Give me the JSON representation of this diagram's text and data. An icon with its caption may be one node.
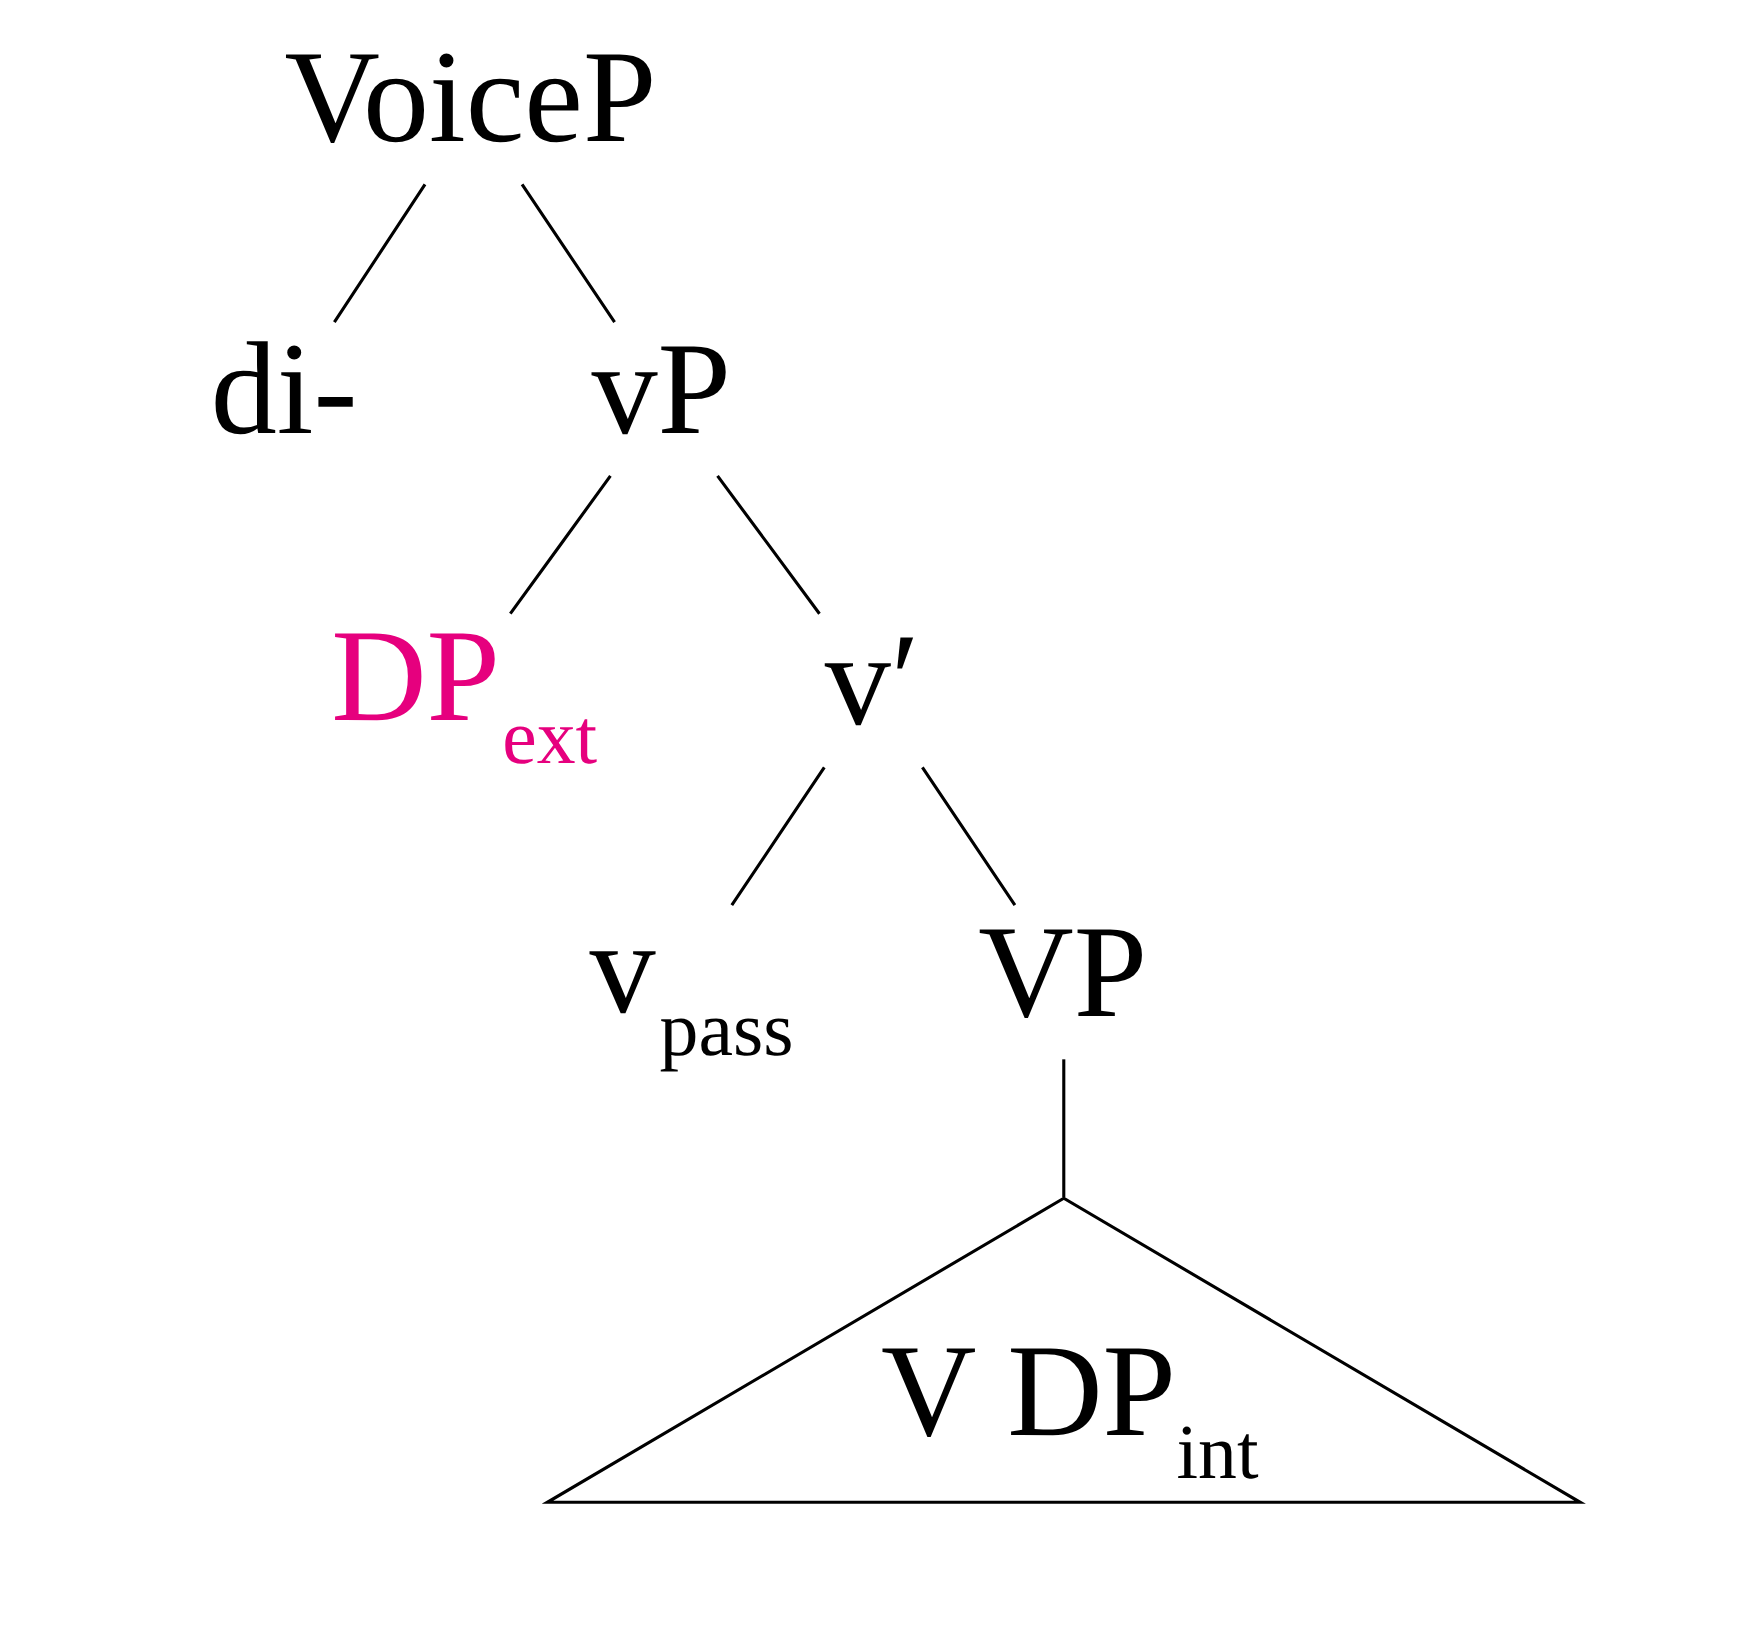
{
  "diagram": {
    "nodes": [
      {
        "text": [
          "VoiceP"
        ]
      },
      {
        "text": [
          "di-"
        ]
      },
      {
        "text": [
          "vP"
        ]
      },
      {
        "text": [
          "DP$_{ext}$"
        ]
      },
      {
        "text": [
          "v′"
        ]
      },
      {
        "text": [
          "v$_{pass}$"
        ]
      },
      {
        "text": [
          "VP"
        ]
      },
      {
        "text": [
          "V DP$_{int}$"
        ]
      }
    ],
    "edges": [
      {
        "from": 0,
        "to": 1,
        "arrow": "none"
      },
      {
        "from": 0,
        "to": 2,
        "arrow": "none"
      },
      {
        "from": 2,
        "to": 3,
        "arrow": "none"
      },
      {
        "from": 2,
        "to": 4,
        "arrow": "none"
      },
      {
        "from": 4,
        "to": 5,
        "arrow": "none"
      },
      {
        "from": 4,
        "to": 6,
        "arrow": "none"
      },
      {
        "from": 6,
        "to": 7,
        "arrow": "none"
      }
    ]
  }
}
